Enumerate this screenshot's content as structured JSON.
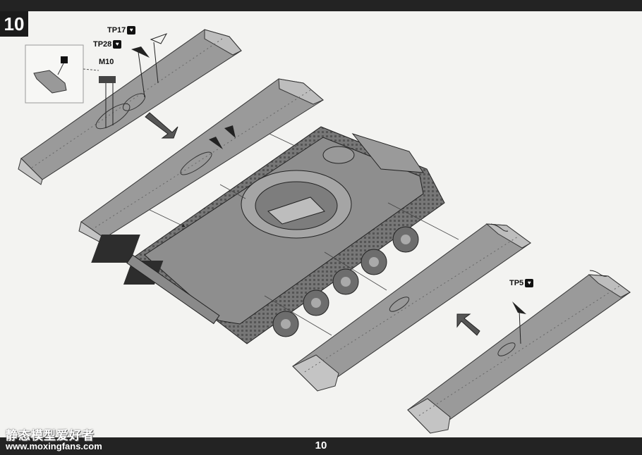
{
  "step": {
    "number": "10"
  },
  "footer": {
    "page_number": "10"
  },
  "watermark": {
    "chinese": "静态模型爱好者",
    "url": "www.moxingfans.com"
  },
  "callouts": {
    "tp17": "TP17",
    "tp28": "TP28",
    "m10": "M10",
    "tp5": "TP5"
  },
  "icons": {
    "glue": "glue-drop-icon",
    "cement": "cement-icon"
  },
  "colors": {
    "band": "#232323",
    "paper": "#f3f3f1",
    "ink": "#111111"
  }
}
